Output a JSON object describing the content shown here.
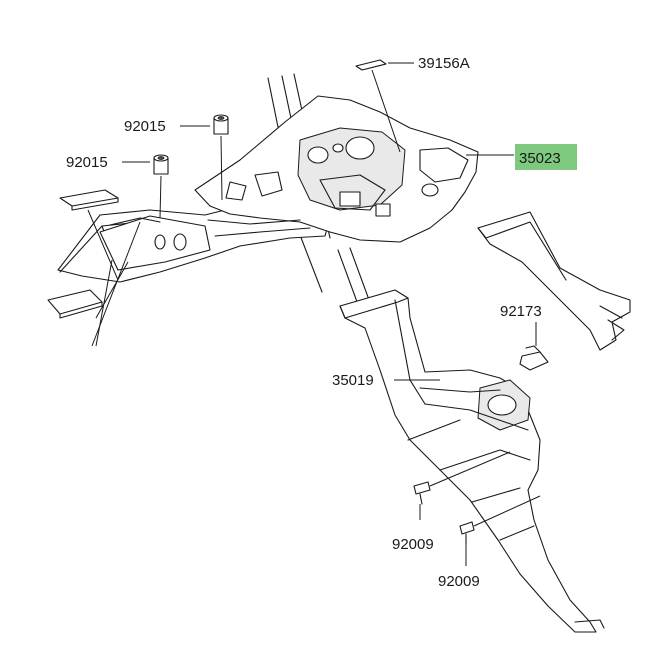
{
  "colors": {
    "line": "#1a1a1a",
    "highlight": "#7fc97f",
    "background": "#ffffff"
  },
  "labels": {
    "part_39156A": "39156A",
    "part_35023": "35023",
    "part_92015_a": "92015",
    "part_92015_b": "92015",
    "part_92173": "92173",
    "part_35019": "35019",
    "part_92009_a": "92009",
    "part_92009_b": "92009"
  },
  "highlighted_part": "35023"
}
